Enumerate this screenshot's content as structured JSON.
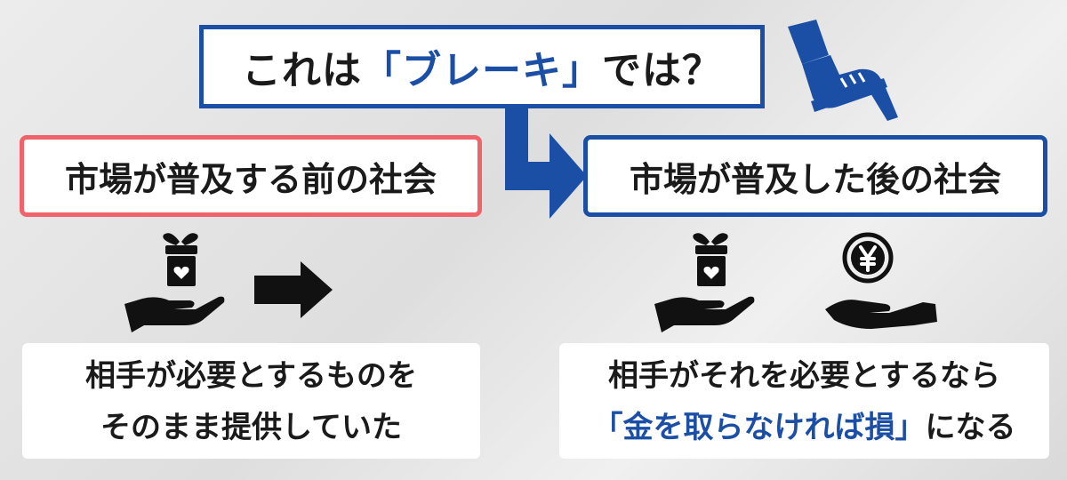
{
  "title": {
    "part1": "これは",
    "highlight": "「ブレーキ」",
    "part2": "では？"
  },
  "before": {
    "label": "市場が普及する前の社会",
    "description_line1": "相手が必要とするものを",
    "description_line2": "そのまま提供していた"
  },
  "after": {
    "label": "市場が普及した後の社会",
    "description_line1": "相手がそれを必要とするなら",
    "description_highlight": "「金を取らなければ損」",
    "description_line2_suffix": "になる"
  },
  "icons": [
    "brake-pedal-icon",
    "gift-hand-icon",
    "arrow-right-icon",
    "yen-coin-hand-icon"
  ],
  "colors": {
    "blue": "#1b4fa6",
    "red": "#f0636a",
    "black": "#111111"
  }
}
